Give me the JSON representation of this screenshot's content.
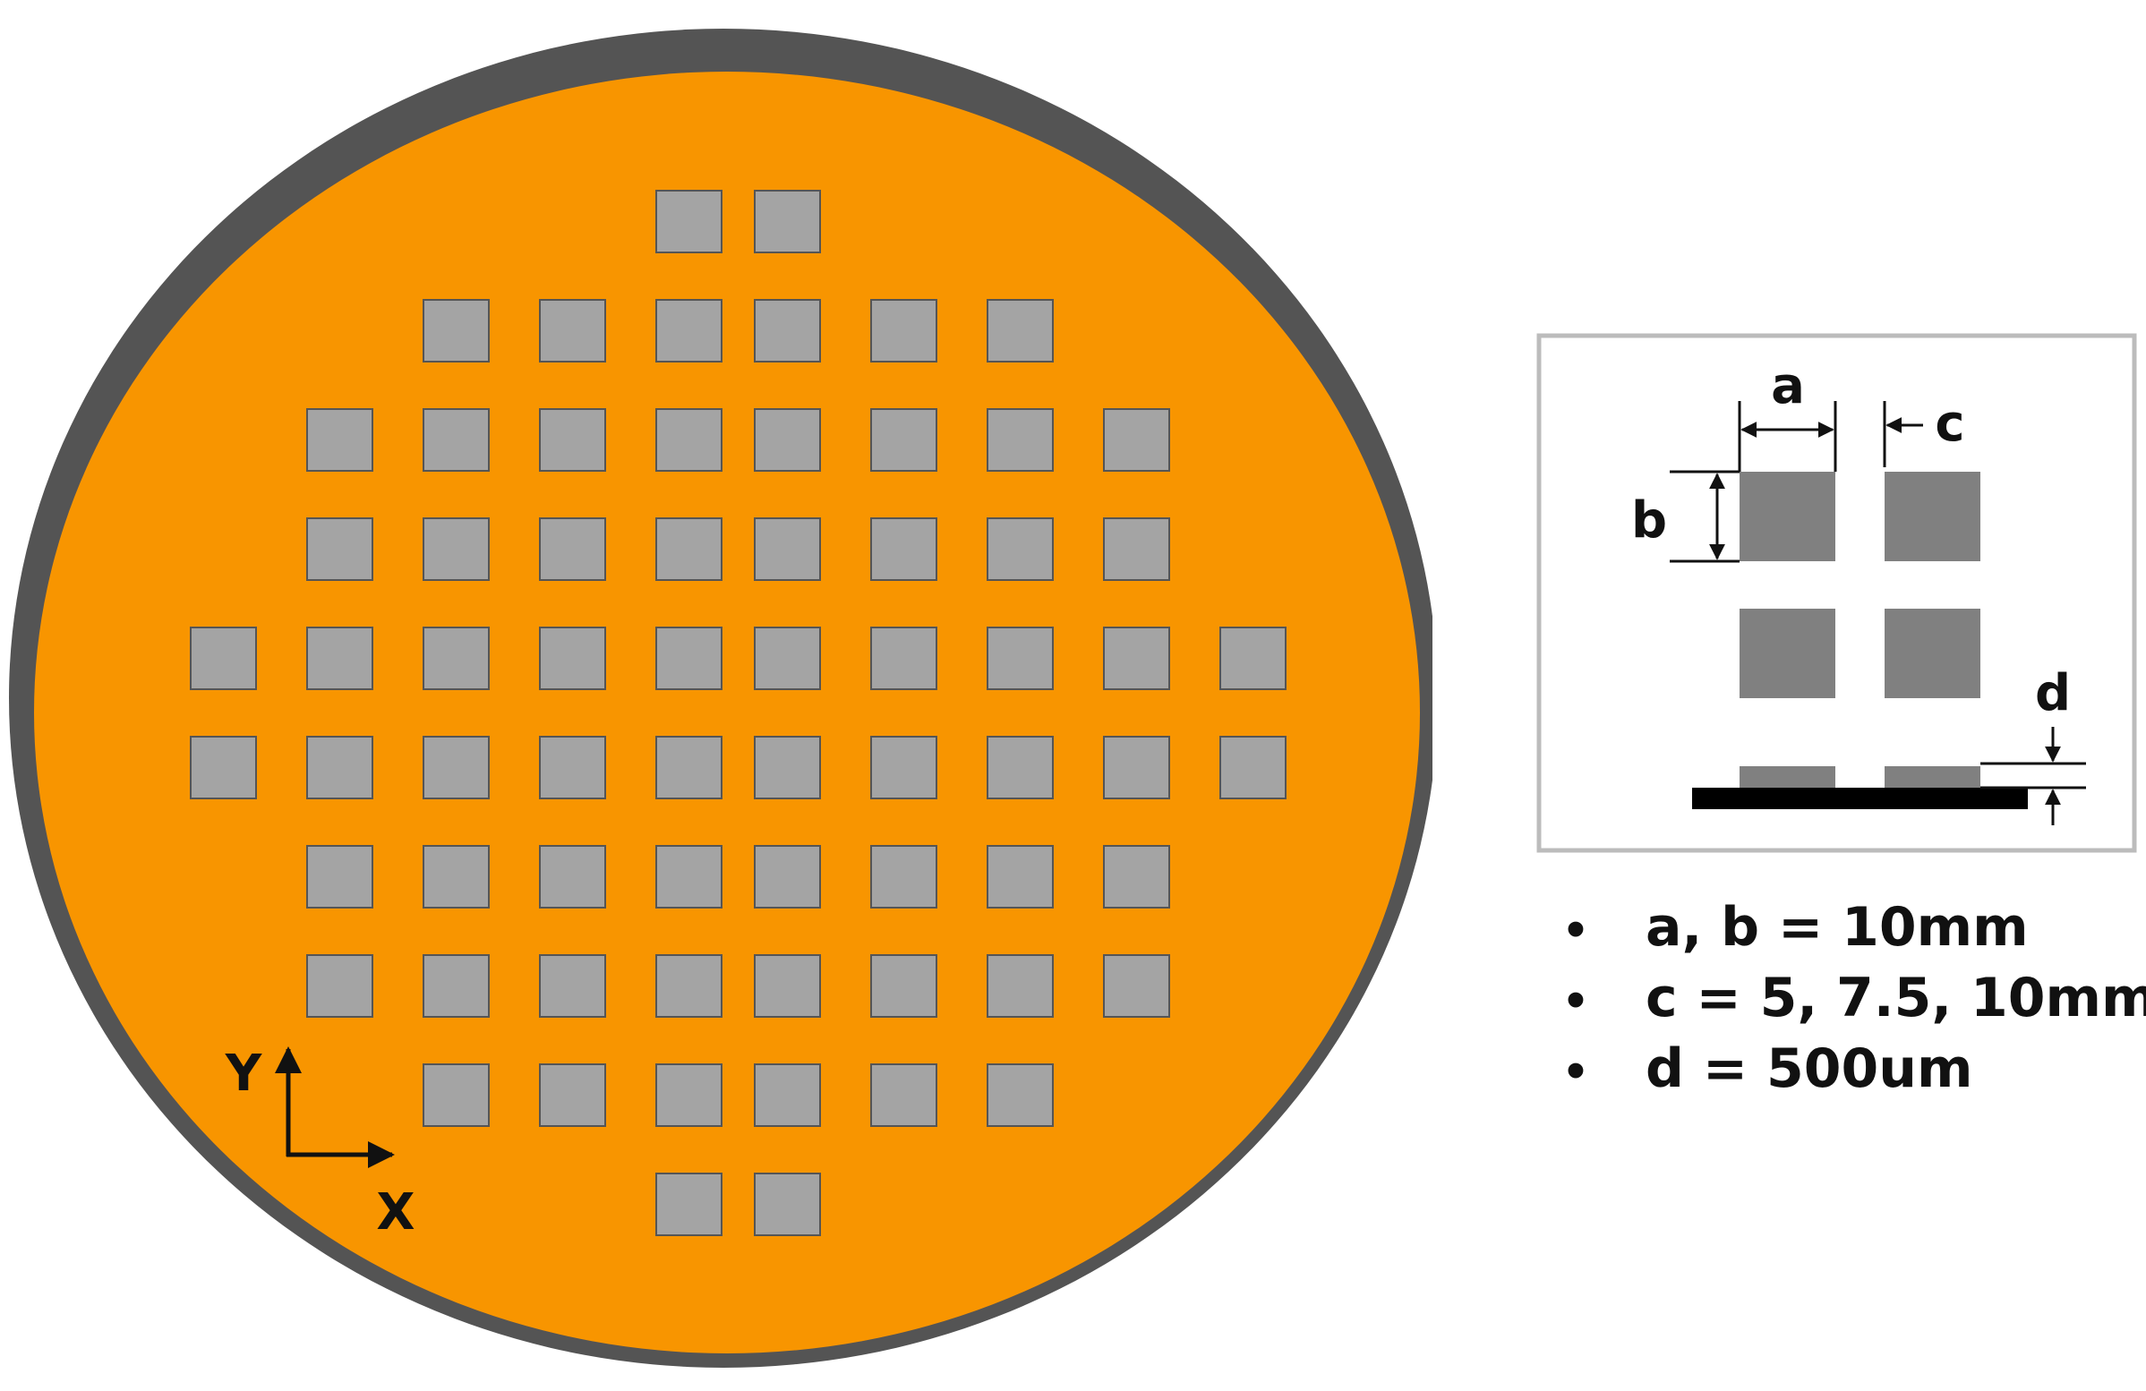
{
  "colors": {
    "wafer_rim": "#545454",
    "wafer_surface": "#f89500",
    "die_fill": "#a4a4a4",
    "die_stroke": "#555555",
    "detail_border": "#bcbcbc",
    "detail_die": "#808080",
    "substrate": "#000000",
    "text": "#111111"
  },
  "wafer": {
    "die_rows": [
      {
        "cols": [
          4,
          5
        ]
      },
      {
        "cols": [
          2,
          3,
          4,
          5,
          6,
          7
        ]
      },
      {
        "cols": [
          1,
          2,
          3,
          4,
          5,
          6,
          7,
          8
        ]
      },
      {
        "cols": [
          1,
          2,
          3,
          4,
          5,
          6,
          7,
          8
        ]
      },
      {
        "cols": [
          0,
          1,
          2,
          3,
          4,
          5,
          6,
          7,
          8,
          9
        ]
      },
      {
        "cols": [
          0,
          1,
          2,
          3,
          4,
          5,
          6,
          7,
          8,
          9
        ]
      },
      {
        "cols": [
          1,
          2,
          3,
          4,
          5,
          6,
          7,
          8
        ]
      },
      {
        "cols": [
          1,
          2,
          3,
          4,
          5,
          6,
          7,
          8
        ]
      },
      {
        "cols": [
          2,
          3,
          4,
          5,
          6,
          7
        ]
      },
      {
        "cols": [
          4,
          5
        ]
      }
    ],
    "axes": {
      "y_label": "Y",
      "x_label": "X"
    }
  },
  "detail": {
    "label_a": "a",
    "label_b": "b",
    "label_c": "c",
    "label_d": "d"
  },
  "specs": {
    "bullet": "•",
    "items": [
      "a, b = 10mm",
      "c = 5, 7.5, 10mm",
      "d = 500um"
    ]
  }
}
